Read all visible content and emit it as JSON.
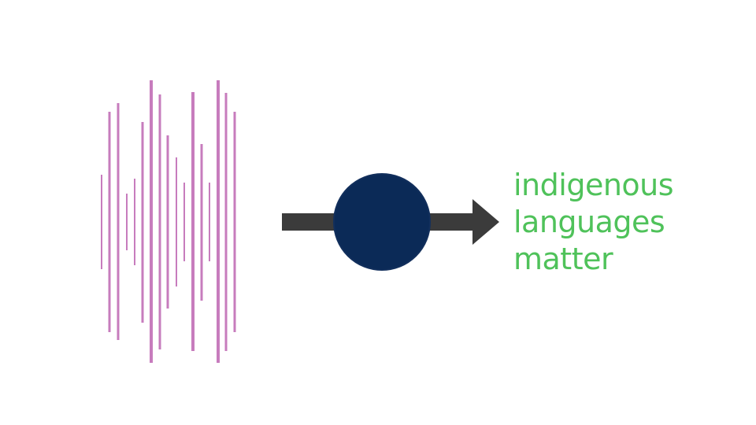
{
  "message": {
    "lines": [
      "indigenous",
      "languages",
      "matter"
    ]
  },
  "colors": {
    "waveform": "#c77cbd",
    "arrow": "#3b3b3b",
    "circle": "#0b2a57",
    "circle_edge": "#122f5c",
    "text": "#4fc25a"
  },
  "icons": {
    "waveform": "sound-waveform-icon",
    "arrow": "right-arrow-icon",
    "circle": "circle-node-icon"
  }
}
